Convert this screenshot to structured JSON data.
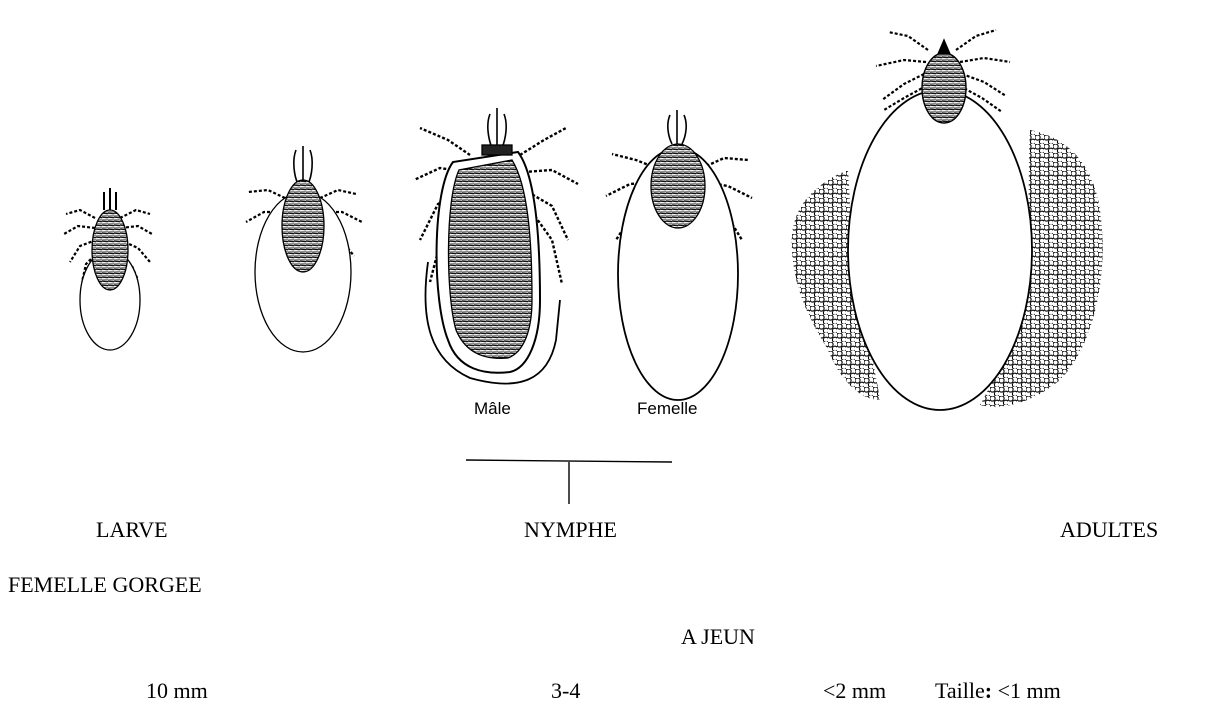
{
  "illustration": {
    "stage_labels": {
      "male": "Mâle",
      "female": "Femelle"
    }
  },
  "captions": {
    "larve": "LARVE",
    "nymphe": "NYMPHE",
    "adultes": "ADULTES",
    "femelle_gorgee": "FEMELLE GORGEE",
    "a_jeun": "A JEUN"
  },
  "sizes": {
    "s1": "10 mm",
    "s2": "3-4",
    "s3": "<2 mm",
    "taille_label": "Taille",
    "taille_colon": ":",
    "taille_value": " <1 mm"
  }
}
